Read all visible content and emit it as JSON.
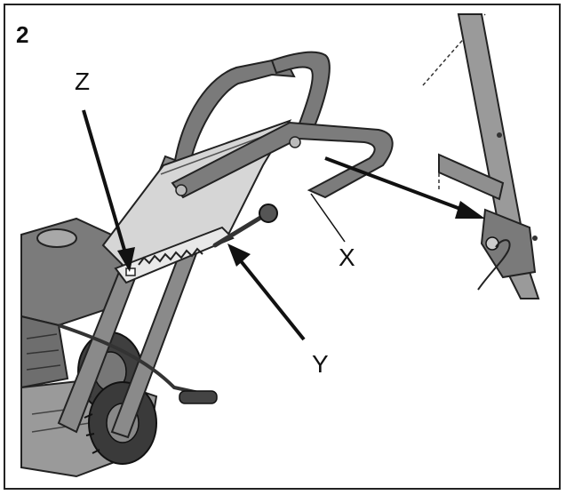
{
  "figure": {
    "number": "2",
    "labels": {
      "z": "Z",
      "x": "X",
      "y": "Y"
    }
  },
  "colors": {
    "metal": "#8a8a8a",
    "metal_dark": "#5a5a5a",
    "panel": "#d6d6d6",
    "engine": "#7b7b7b",
    "tire": "#3f3f3f",
    "ink": "#111111"
  }
}
